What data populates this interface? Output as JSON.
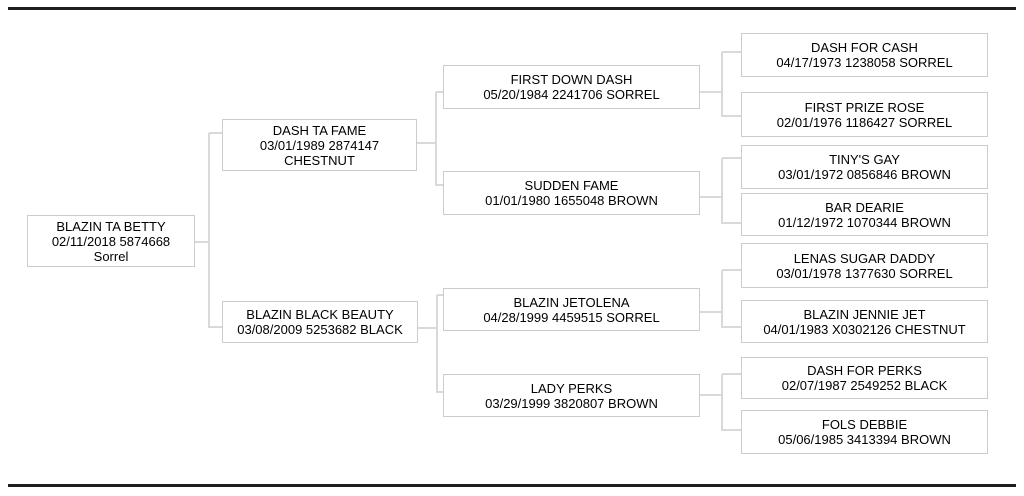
{
  "style": {
    "background": "#ffffff",
    "box_border": "#cccccc",
    "connector_color": "#d9d9d9",
    "rule_color": "#1e1e1e",
    "text_color": "#000000"
  },
  "pedigree": {
    "generations": 4,
    "nodes": [
      {
        "role": "subject",
        "generation": 1,
        "line1": "BLAZIN TA BETTY",
        "line2": "02/11/2018 5874668",
        "line3": "Sorrel"
      },
      {
        "role": "sire",
        "generation": 2,
        "line1": "DASH TA FAME",
        "line2": "03/01/1989 2874147",
        "line3": "CHESTNUT"
      },
      {
        "role": "dam",
        "generation": 2,
        "line1": "BLAZIN BLACK BEAUTY",
        "line2": "03/08/2009 5253682 BLACK"
      },
      {
        "role": "sire-sire",
        "generation": 3,
        "line1": "FIRST DOWN DASH",
        "line2": "05/20/1984 2241706 SORREL"
      },
      {
        "role": "sire-dam",
        "generation": 3,
        "line1": "SUDDEN FAME",
        "line2": "01/01/1980 1655048 BROWN"
      },
      {
        "role": "dam-sire",
        "generation": 3,
        "line1": "BLAZIN JETOLENA",
        "line2": "04/28/1999 4459515 SORREL"
      },
      {
        "role": "dam-dam",
        "generation": 3,
        "line1": "LADY PERKS",
        "line2": "03/29/1999 3820807 BROWN"
      },
      {
        "role": "sire-sire-sire",
        "generation": 4,
        "line1": "DASH FOR CASH",
        "line2": "04/17/1973 1238058 SORREL"
      },
      {
        "role": "sire-sire-dam",
        "generation": 4,
        "line1": "FIRST PRIZE ROSE",
        "line2": "02/01/1976 1186427 SORREL"
      },
      {
        "role": "sire-dam-sire",
        "generation": 4,
        "line1": "TINY'S GAY",
        "line2": "03/01/1972 0856846 BROWN"
      },
      {
        "role": "sire-dam-dam",
        "generation": 4,
        "line1": "BAR DEARIE",
        "line2": "01/12/1972 1070344 BROWN"
      },
      {
        "role": "dam-sire-sire",
        "generation": 4,
        "line1": "LENAS SUGAR DADDY",
        "line2": "03/01/1978 1377630 SORREL"
      },
      {
        "role": "dam-sire-dam",
        "generation": 4,
        "line1": "BLAZIN JENNIE JET",
        "line2": "04/01/1983 X0302126 CHESTNUT"
      },
      {
        "role": "dam-dam-sire",
        "generation": 4,
        "line1": "DASH FOR PERKS",
        "line2": "02/07/1987 2549252 BLACK"
      },
      {
        "role": "dam-dam-dam",
        "generation": 4,
        "line1": "FOLS DEBBIE",
        "line2": "05/06/1985 3413394 BROWN"
      }
    ]
  }
}
